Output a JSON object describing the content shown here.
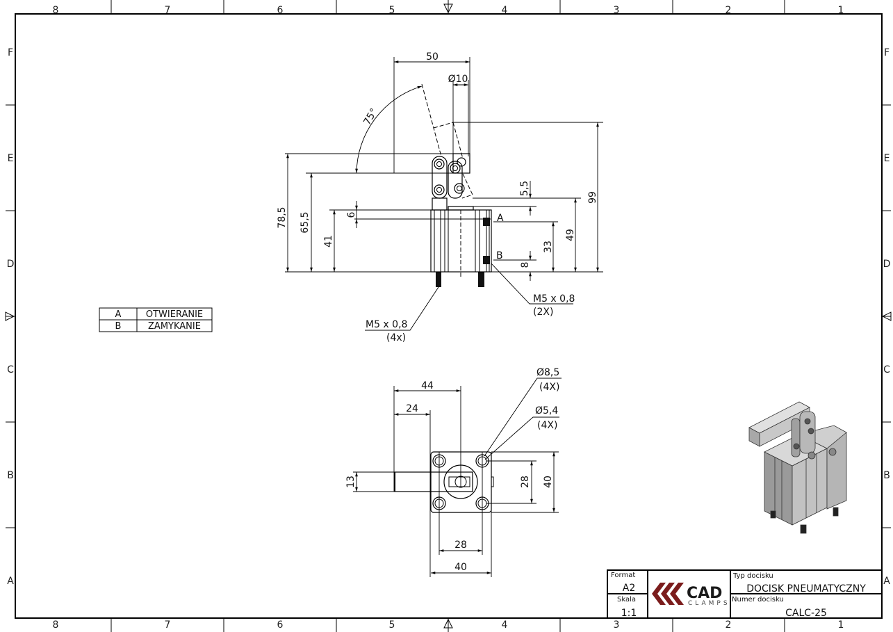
{
  "border": {
    "columns": [
      "8",
      "7",
      "6",
      "5",
      "4",
      "3",
      "2",
      "1"
    ],
    "rows": [
      "F",
      "E",
      "D",
      "C",
      "B",
      "A"
    ]
  },
  "legend": [
    {
      "key": "A",
      "label": "OTWIERANIE"
    },
    {
      "key": "B",
      "label": "ZAMYKANIE"
    }
  ],
  "front_view": {
    "dims": {
      "width_50": "50",
      "rod_dia": "Ø10",
      "angle": "75°",
      "height_99": "99",
      "height_78_5": "78,5",
      "height_65_5": "65,5",
      "height_41": "41",
      "cap_6": "6",
      "gap_5_5": "5,5",
      "height_49": "49",
      "port_33": "33",
      "port_8": "8"
    },
    "ports": {
      "a": "A",
      "b": "B"
    },
    "callouts": {
      "port_thread": "M5 x 0,8",
      "port_count": "(2X)",
      "mount_thread": "M5 x 0,8",
      "mount_count": "(4x)"
    }
  },
  "top_view": {
    "dims": {
      "arm_44": "44",
      "arm_24": "24",
      "arm_13": "13",
      "hole_pitch_v": "28",
      "body_v": "40",
      "hole_pitch_h": "28",
      "body_h": "40"
    },
    "callouts": {
      "counterbore": "Ø8,5",
      "counterbore_count": "(4X)",
      "hole": "Ø5,4",
      "hole_count": "(4X)"
    }
  },
  "title_block": {
    "format_label": "Format",
    "format_value": "A2",
    "scale_label": "Skala",
    "scale_value": "1:1",
    "type_label": "Typ docisku",
    "type_value": "DOCISK PNEUMATYCZNY",
    "number_label": "Numer docisku",
    "number_value": "CALC-25",
    "logo_main": "CAD",
    "logo_sub": "CLAMPS"
  },
  "colors": {
    "logo_red": "#7b1c1c",
    "logo_dark": "#1a1a1a",
    "line": "#000000"
  }
}
